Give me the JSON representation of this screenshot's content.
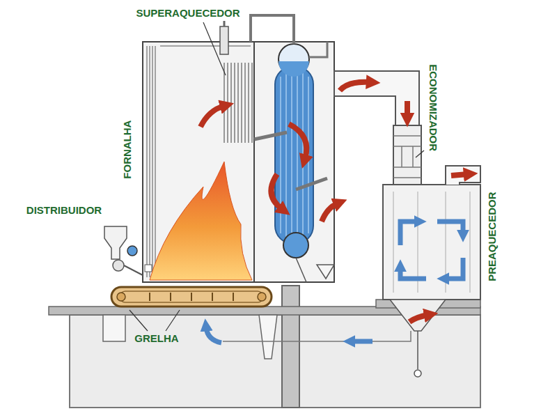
{
  "diagram": {
    "labels": [
      "SUPERAQUECEDOR",
      "ECONOMIZADOR",
      "FORNALHA",
      "PREAQUECEDOR",
      "DISTRIBUIDOR",
      "GRELHA"
    ]
  }
}
